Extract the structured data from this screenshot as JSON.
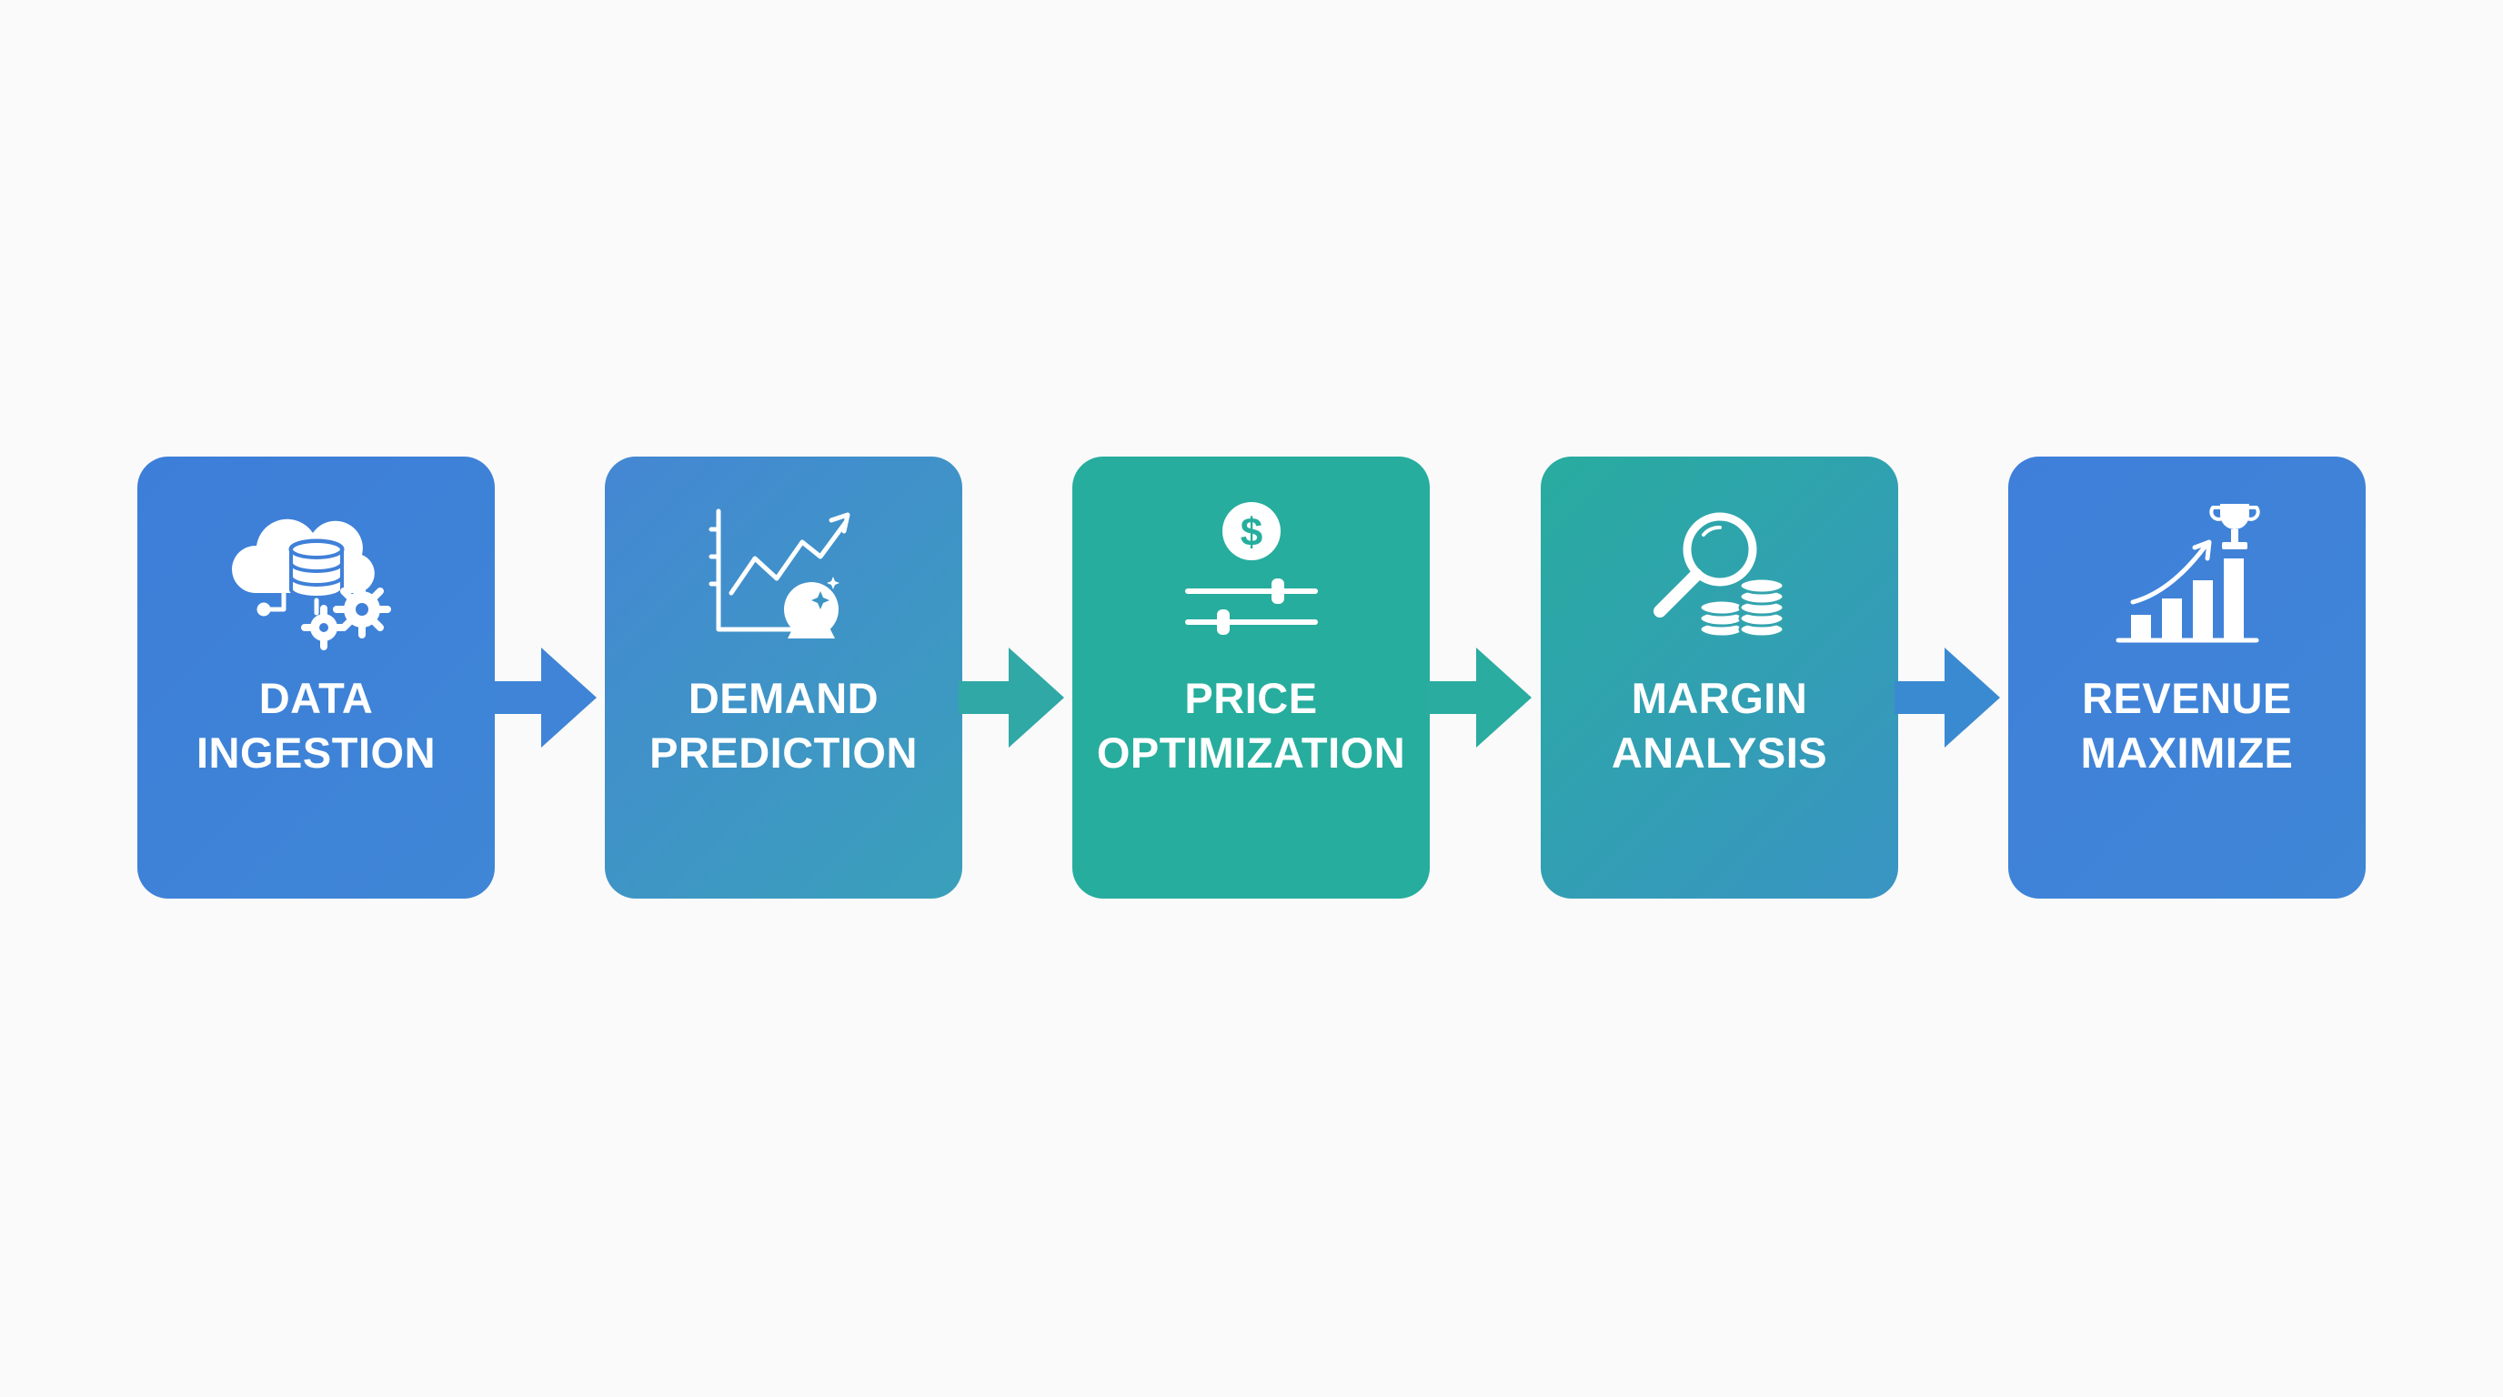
{
  "colors": {
    "background": "#fafafa",
    "blue": "#3f7fda",
    "blue_teal": "#3c92c6",
    "teal": "#26ad9d",
    "teal_blue": "#31a4ac"
  },
  "steps": [
    {
      "line1": "DATA",
      "line2": "INGESTION",
      "icon": "cloud-database-gears-icon"
    },
    {
      "line1": "DEMAND",
      "line2": "PREDICTION",
      "icon": "trend-chart-crystal-ball-icon"
    },
    {
      "line1": "PRICE",
      "line2": "OPTIMIZATION",
      "icon": "dollar-sliders-icon"
    },
    {
      "line1": "MARGIN",
      "line2": "ANALYSIS",
      "icon": "magnifier-coins-icon"
    },
    {
      "line1": "REVENUE",
      "line2": "MAXIMIZE",
      "icon": "growth-bars-trophy-icon"
    }
  ]
}
